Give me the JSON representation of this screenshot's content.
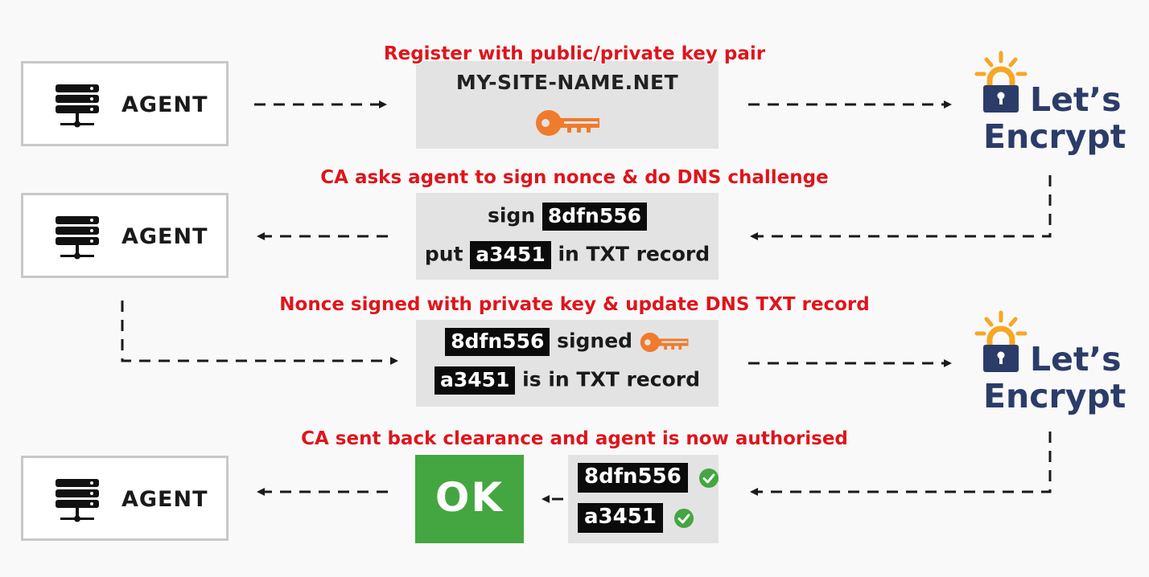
{
  "agents": [
    {
      "label": "AGENT"
    },
    {
      "label": "AGENT"
    },
    {
      "label": "AGENT"
    }
  ],
  "steps": [
    {
      "caption": "Register with public/private key pair",
      "domain": "MY-SITE-NAME.NET"
    },
    {
      "caption": "CA asks agent to sign nonce & do DNS challenge",
      "line1_prefix": "sign",
      "nonce": "8dfn556",
      "line2_prefix": "put",
      "token": "a3451",
      "line2_suffix": "in TXT record"
    },
    {
      "caption": "Nonce signed with private key & update DNS TXT record",
      "nonce": "8dfn556",
      "line1_suffix": "signed",
      "token": "a3451",
      "line2_suffix": "is in TXT record"
    },
    {
      "caption": "CA sent back clearance and agent is now authorised",
      "ok": "OK",
      "nonce": "8dfn556",
      "token": "a3451"
    }
  ],
  "ca": {
    "line1": "Let’s",
    "line2": "Encrypt"
  },
  "colors": {
    "caption": "#e0141b",
    "key": "#f07b2c",
    "ok": "#44a641",
    "check": "#44a641",
    "ca_blue": "#2c3c69",
    "ca_sun": "#f7a625"
  },
  "icons": [
    "server-icon",
    "key-icon",
    "check-icon",
    "lock-icon"
  ]
}
